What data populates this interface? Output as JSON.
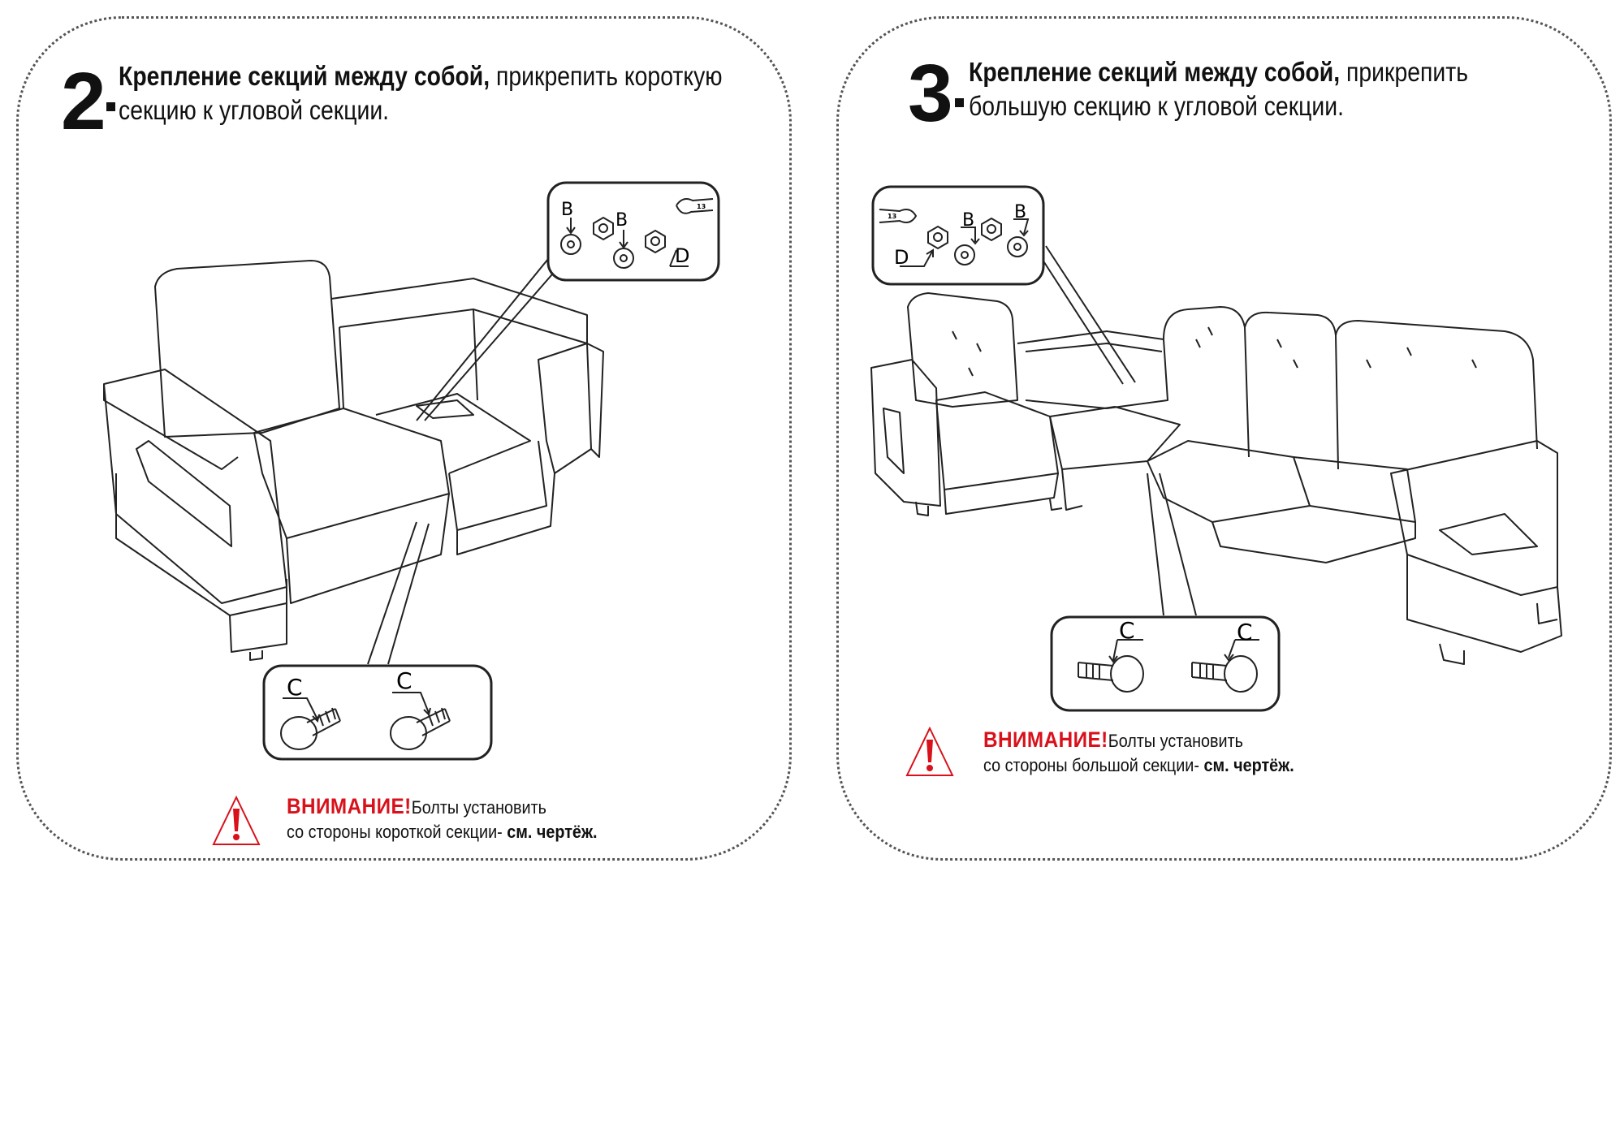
{
  "step2": {
    "number": "2",
    "title_bold": "Крепление секций между собой,",
    "title_rest": " прикрепить  короткую",
    "title_line2": "секцию к угловой секции.",
    "parts_top": {
      "label_b1": "B",
      "label_b2": "B",
      "label_d": "D",
      "wrench_size": "13"
    },
    "parts_bottom": {
      "label_c1": "C",
      "label_c2": "C"
    },
    "warning": {
      "head": "ВНИМАНИЕ!",
      "text1": "Болты установить",
      "text2": "со стороны короткой секции- ",
      "text2_bold": "см. чертёж."
    }
  },
  "step3": {
    "number": "3",
    "title_bold": "Крепление секций между собой,",
    "title_rest": " прикрепить",
    "title_line2": "большую секцию к угловой секции.",
    "parts_top": {
      "label_b1": "B",
      "label_b2": "B",
      "label_d": "D",
      "wrench_size": "13"
    },
    "parts_bottom": {
      "label_c1": "C",
      "label_c2": "C"
    },
    "warning": {
      "head": "ВНИМАНИЕ!",
      "text1": "Болты установить",
      "text2": "со стороны большой секции- ",
      "text2_bold": "см. чертёж."
    }
  },
  "colors": {
    "warning_red": "#d8111b",
    "line": "#222222",
    "panel_border": "#555555"
  }
}
